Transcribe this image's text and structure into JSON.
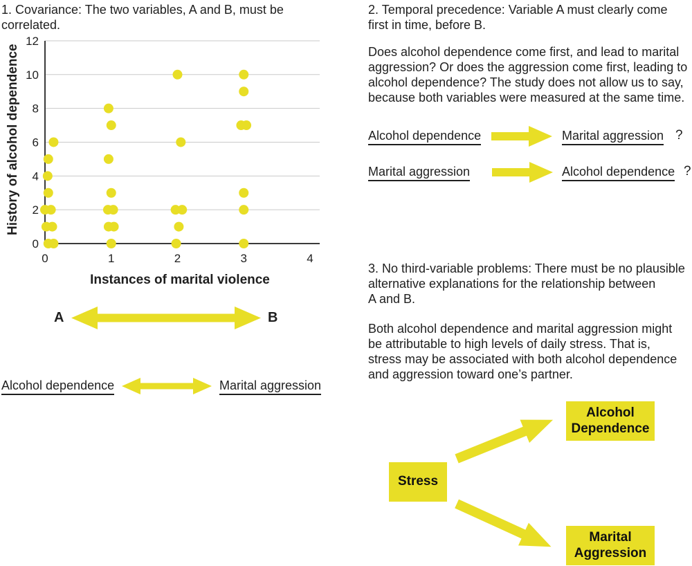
{
  "colors": {
    "yellow": "#e8de26",
    "text": "#1f1f1f",
    "grid": "#c9c9c9",
    "axis": "#3a3a3a"
  },
  "panel1": {
    "heading": "1. Covariance: The two variables, A and B, must be\ncorrelated.",
    "ab": {
      "a": "A",
      "b": "B"
    },
    "pair": {
      "left": "Alcohol dependence",
      "right": "Marital aggression"
    }
  },
  "chart_data": {
    "type": "scatter",
    "title": "",
    "xlabel": "Instances of marital violence",
    "ylabel": "History of alcohol dependence",
    "xlim": [
      0,
      4
    ],
    "ylim": [
      0,
      12
    ],
    "xticks": [
      0,
      1,
      2,
      3,
      4
    ],
    "yticks": [
      0,
      2,
      4,
      6,
      8,
      10,
      12
    ],
    "grid": true,
    "legend": false,
    "marker_color": "#e8de26",
    "points": [
      [
        0.13,
        6
      ],
      [
        0.05,
        5
      ],
      [
        0.04,
        4
      ],
      [
        0.05,
        3
      ],
      [
        0.0,
        2
      ],
      [
        0.09,
        2
      ],
      [
        0.02,
        1
      ],
      [
        0.11,
        1
      ],
      [
        0.05,
        0
      ],
      [
        0.13,
        0
      ],
      [
        0.96,
        8
      ],
      [
        1.0,
        7
      ],
      [
        0.96,
        5
      ],
      [
        1.0,
        3
      ],
      [
        0.95,
        2
      ],
      [
        1.03,
        2
      ],
      [
        0.96,
        1
      ],
      [
        1.04,
        1
      ],
      [
        1.0,
        0
      ],
      [
        2.0,
        10
      ],
      [
        2.05,
        6
      ],
      [
        1.97,
        2
      ],
      [
        2.07,
        2
      ],
      [
        2.02,
        1
      ],
      [
        1.98,
        0
      ],
      [
        3.0,
        10
      ],
      [
        3.0,
        9
      ],
      [
        2.96,
        7
      ],
      [
        3.04,
        7
      ],
      [
        3.0,
        3
      ],
      [
        3.0,
        2
      ],
      [
        3.0,
        0
      ]
    ]
  },
  "panel2": {
    "heading": "2. Temporal precedence: Variable A must clearly come\nfirst in time, before B.",
    "body": "Does alcohol dependence come first, and lead to marital\naggression? Or does the aggression come first, leading to\nalcohol dependence? The study does not allow us to say,\nbecause both variables were measured at the same time.",
    "row1": {
      "from": "Alcohol dependence",
      "to": "Marital aggression",
      "mark": "?"
    },
    "row2": {
      "from": "Marital aggression",
      "to": "Alcohol dependence",
      "mark": "?"
    }
  },
  "panel3": {
    "heading": "3. No third-variable problems: There must be no plausible\nalternative explanations for the relationship between\nA and B.",
    "body": "Both alcohol dependence and marital aggression might\nbe attributable to high levels of daily stress. That is,\nstress may be associated with both alcohol dependence\nand aggression toward one’s partner.",
    "diagram": {
      "source": "Stress",
      "target1": "Alcohol\nDependence",
      "target2": "Marital\nAggression"
    }
  }
}
